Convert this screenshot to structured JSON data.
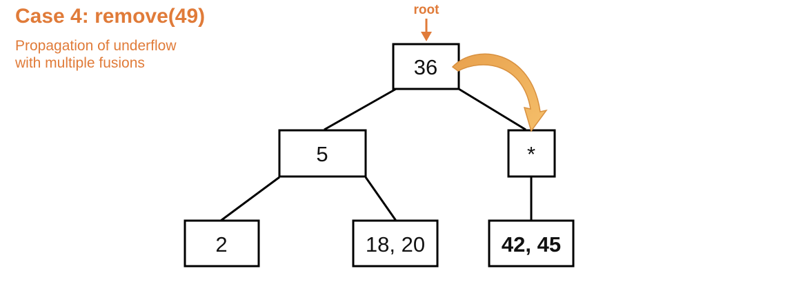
{
  "slide": {
    "title": "Case 4: remove(49)",
    "subtitle_lines": [
      "Propagation of underflow",
      "with multiple fusions"
    ]
  },
  "tree": {
    "root_marker": "root",
    "nodes": {
      "root": "36",
      "left": "5",
      "right": "*",
      "left_left": "2",
      "left_right": "18, 20",
      "right_child": "42, 45"
    }
  },
  "colors": {
    "accent": "#e07b39",
    "highlight_text": "#4f7fbf",
    "arrow_fill": "#f0a24a",
    "text": "#111111"
  }
}
